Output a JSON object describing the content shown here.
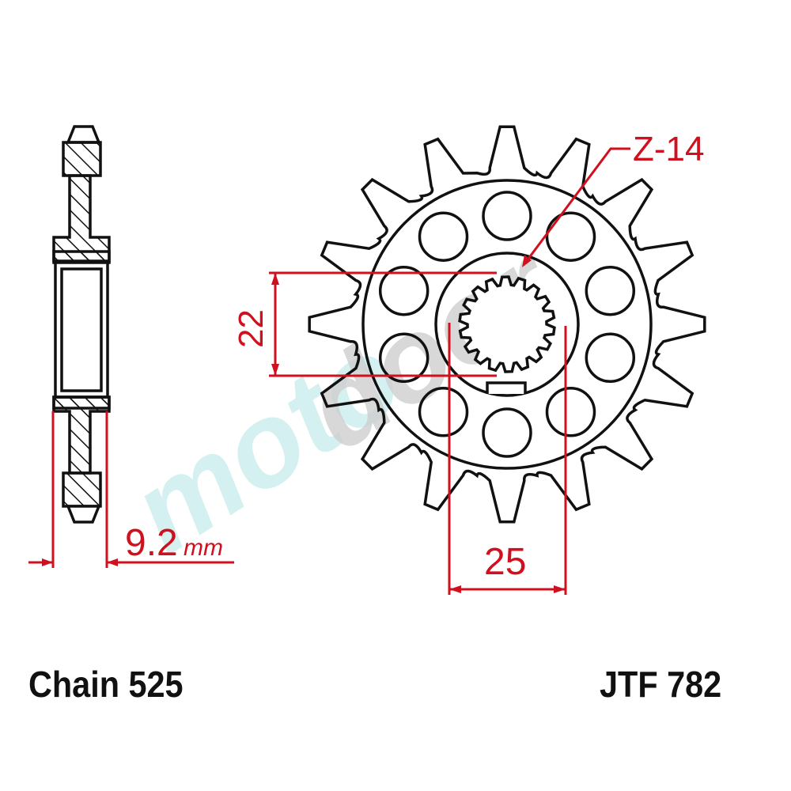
{
  "drawing": {
    "tooth_count_label": "Z-14",
    "dimensions": {
      "thickness": {
        "value": "9.2",
        "unit": "mm"
      },
      "spline_diameter": "22",
      "hub_width": "25"
    }
  },
  "labels": {
    "chain": "Chain 525",
    "part_number": "JTF 782"
  },
  "watermark": {
    "part1": "moto",
    "part2": "door"
  },
  "colors": {
    "line": "#111111",
    "dimension": "#d0101e",
    "background": "#ffffff",
    "watermark_cyan": "#bfe9ea",
    "watermark_gray": "#c9c9c9"
  }
}
